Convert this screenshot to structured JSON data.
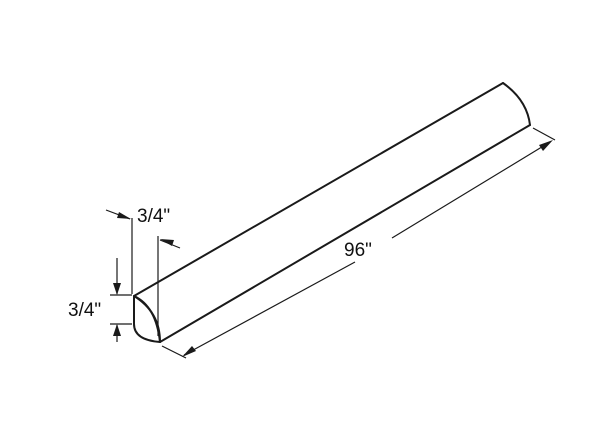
{
  "dimensions": {
    "length": "96\"",
    "width": "3/4\"",
    "height": "3/4\""
  }
}
